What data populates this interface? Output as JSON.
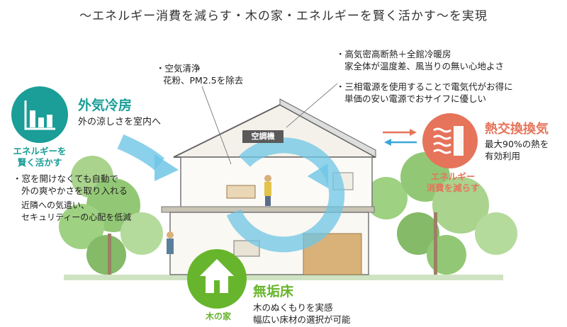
{
  "title": "〜エネルギー消費を減らす・木の家・エネルギーを賢く活かす〜を実現",
  "left_panel": {
    "heading": "外気冷房",
    "desc": "外の涼しさを室内へ",
    "tag_line1": "エネルギーを",
    "tag_line2": "賢く活かす",
    "bullet1_line1": "・窓を開けなくても自動で",
    "bullet1_line2": "外の爽やかさを取り入れる",
    "sub_line1": "近隣への気遣い、",
    "sub_line2": "セキュリティーの心配を低減"
  },
  "air_clean": {
    "line1": "・空気清浄",
    "line2": "花粉、PM2.5を除去"
  },
  "right_top": {
    "b1_title": "・高気密高断熱＋全館冷暖房",
    "b1_desc": "家全体が温度差、風当りの無い心地よさ",
    "b2_title": "・三相電源を使用することで電気代がお得に",
    "b2_desc": "単価の安い電源でおサイフに優しい"
  },
  "aircon_label": "空調機",
  "right_panel": {
    "heading": "熱交換換気",
    "desc_line1": "最大90%の熱を",
    "desc_line2": "有効利用",
    "tag_line1": "エネルギー",
    "tag_line2": "消費を減らす"
  },
  "bottom_panel": {
    "badge": "木の家",
    "heading": "無垢床",
    "desc_line1": "木のぬくもりを実感",
    "desc_line2": "幅広い床材の選択が可能"
  },
  "colors": {
    "teal": "#1a9e97",
    "coral": "#e5745b",
    "green": "#67b52c",
    "arrow_blue": "#6ec6e6"
  },
  "icons": [
    "bar-chart-icon",
    "heat-exchange-icon",
    "house-icon"
  ]
}
